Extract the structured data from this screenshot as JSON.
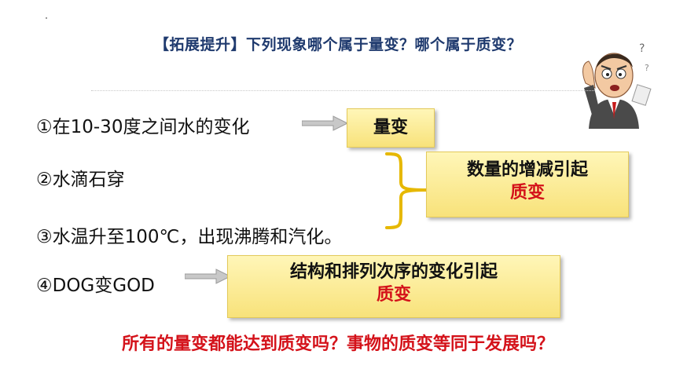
{
  "title": "【拓展提升】下列现象哪个属于量变？哪个属于质变？",
  "items": [
    "①在10-30度之间水的变化",
    "②水滴石穿",
    "③水温升至100℃，出现沸腾和汽化。",
    "④DOG变GOD"
  ],
  "box_quantity": {
    "label": "量变"
  },
  "box_amount": {
    "label": "数量的增减引起",
    "sub": "质变"
  },
  "box_structure": {
    "label": "结构和排列次序的变化引起",
    "sub": "质变"
  },
  "question": "所有的量变都能达到质变吗？事物的质变等同于发展吗？",
  "colors": {
    "title": "#1f3a6e",
    "box_fill": "#f8e27a",
    "highlight_red": "#d4121a",
    "brace": "#e6b800"
  },
  "icons": [
    "thinking-man-icon",
    "arrow-right-icon",
    "brace-icon"
  ]
}
